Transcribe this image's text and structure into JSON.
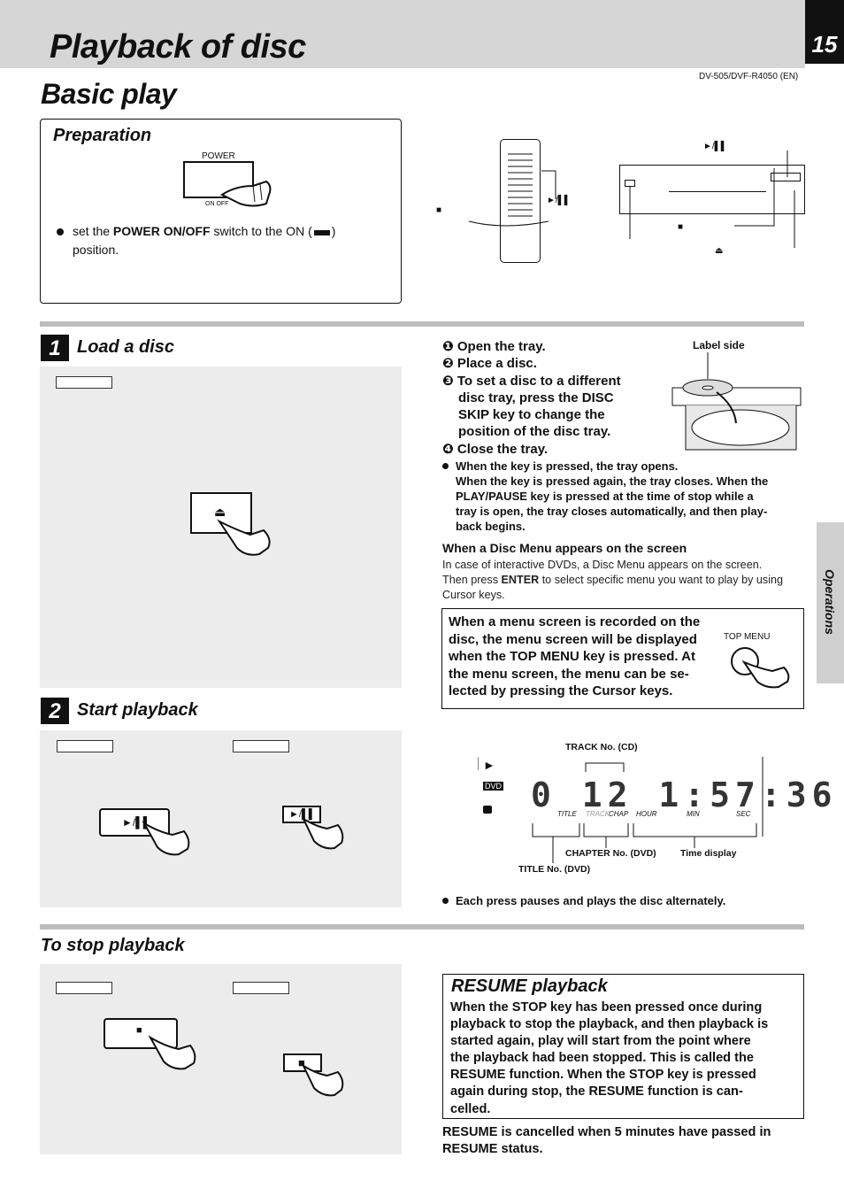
{
  "header": {
    "title": "Playback of disc",
    "page_number": "15",
    "model": "DV-505/DVF-R4050 (EN)"
  },
  "section": {
    "title": "Basic play"
  },
  "side_tab": {
    "label": "Operations"
  },
  "preparation": {
    "title": "Preparation",
    "power_label": "POWER",
    "power_switch_label": "ON  OFF",
    "bullet_prefix": "set the ",
    "bullet_bold": "POWER ON/OFF",
    "bullet_mid": " switch to the ON (",
    "bullet_suffix": ")",
    "bullet_line2": "position."
  },
  "diagram": {
    "play_pause_symbol": "►/▌▌",
    "stop_symbol": "■",
    "eject_symbol": "⏏"
  },
  "load": {
    "step": "1",
    "title": "Load a disc",
    "label_side": "Label side",
    "steps": [
      {
        "num": "❶",
        "text": "Open the tray."
      },
      {
        "num": "❷",
        "text": "Place a disc."
      },
      {
        "num": "❸",
        "text": "To set a disc to a different"
      },
      {
        "num": "",
        "text": "disc tray, press the DISC"
      },
      {
        "num": "",
        "text": "SKIP key to change the"
      },
      {
        "num": "",
        "text": "position of the disc tray."
      },
      {
        "num": "❹",
        "text": "Close the tray."
      }
    ],
    "notes": [
      "When the key is pressed, the tray opens.",
      "When the key is pressed again, the tray closes. When the",
      "PLAY/PAUSE  key is pressed at the time of stop while a",
      "tray is open, the tray closes automatically, and then play-",
      "back begins."
    ],
    "disc_menu_title": "When a Disc Menu appears on the screen",
    "disc_menu_lines": [
      "In case of interactive DVDs, a Disc Menu appears on the screen.",
      "to select specific menu you want to play by using",
      "Cursor keys."
    ],
    "disc_menu_then": "Then press ",
    "disc_menu_enter": "ENTER",
    "menu_box_lines": [
      "When a menu screen is recorded on the",
      "disc, the menu screen will be displayed",
      "when the TOP MENU key is pressed. At",
      "the menu screen, the menu can be se-",
      "lected by pressing the Cursor keys."
    ],
    "top_menu_label": "TOP MENU"
  },
  "start": {
    "step": "2",
    "title": "Start playback",
    "track_label": "TRACK No. (CD)",
    "chapter_label": "CHAPTER No. (DVD)",
    "time_label": "Time display",
    "title_label": "TITLE No. (DVD)",
    "display_units": [
      "TITLE",
      "TRACK",
      "CHAP",
      "HOUR",
      "MIN",
      "SEC"
    ],
    "dvd_badge": "DVD",
    "note": "Each press pauses and plays the disc alternately."
  },
  "stop": {
    "title": "To stop playback",
    "resume_title": "RESUME playback",
    "resume_lines": [
      "When the STOP key has been pressed once during",
      "playback to stop the playback, and then playback is",
      "started again, play will start from the point where",
      "the playback had been stopped. This is called the",
      "RESUME function. When the STOP key is pressed",
      "again during stop, the RESUME function is can-",
      "celled."
    ],
    "cancel_lines": [
      "RESUME is cancelled when 5 minutes have passed in",
      "RESUME status."
    ]
  }
}
